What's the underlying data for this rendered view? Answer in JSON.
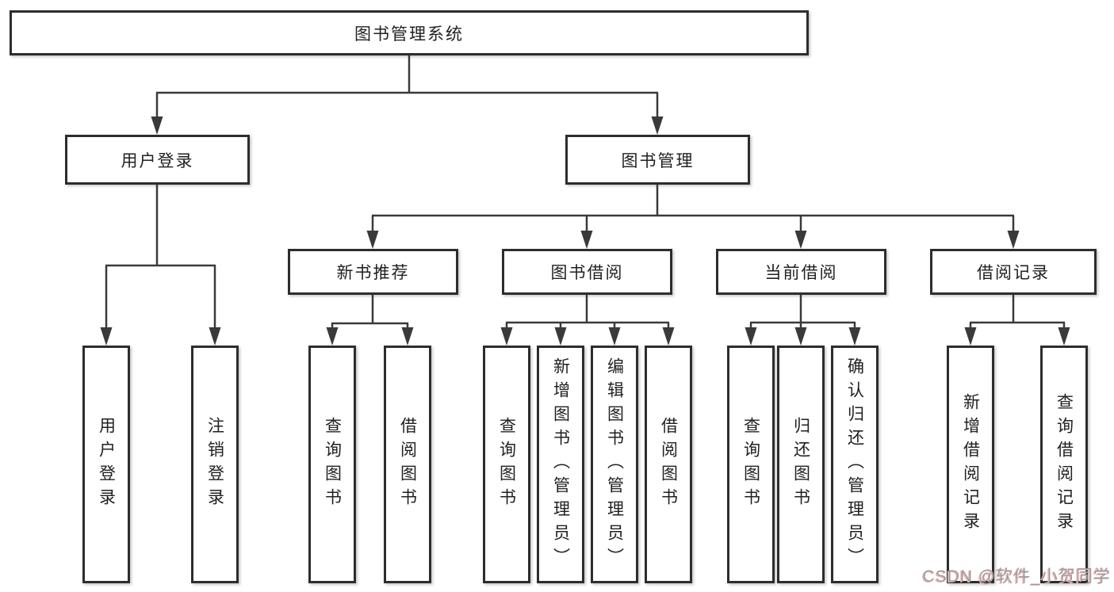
{
  "diagram_type": "functional-structure-tree",
  "watermark": "CSDN @软件_小贺同学",
  "colors": {
    "background": "#ffffff",
    "line": "#3a3a3a",
    "box_border": "#2d2d2d",
    "text": "#212121",
    "watermark_text": "#9c9c9c",
    "watermark_shadow": "#f0b6b6"
  },
  "nodes": {
    "root": {
      "label": "图书管理系统"
    },
    "user_login": {
      "label": "用户登录",
      "parent": "图书管理系统"
    },
    "book_management": {
      "label": "图书管理",
      "parent": "图书管理系统"
    },
    "level3": [
      {
        "label": "新书推荐",
        "parent": "图书管理"
      },
      {
        "label": "图书借阅",
        "parent": "图书管理"
      },
      {
        "label": "当前借阅",
        "parent": "图书管理"
      },
      {
        "label": "借阅记录",
        "parent": "图书管理"
      }
    ],
    "leaves": [
      {
        "label": "用户登录",
        "parent": "用户登录"
      },
      {
        "label": "注销登录",
        "parent": "用户登录"
      },
      {
        "label": "查询图书",
        "parent": "新书推荐"
      },
      {
        "label": "借阅图书",
        "parent": "新书推荐"
      },
      {
        "label": "查询图书",
        "parent": "图书借阅"
      },
      {
        "label": "新增图书（管理员）",
        "parent": "图书借阅"
      },
      {
        "label": "编辑图书（管理员）",
        "parent": "图书借阅"
      },
      {
        "label": "借阅图书",
        "parent": "图书借阅"
      },
      {
        "label": "查询图书",
        "parent": "当前借阅"
      },
      {
        "label": "归还图书",
        "parent": "当前借阅"
      },
      {
        "label": "确认归还（管理员）",
        "parent": "当前借阅"
      },
      {
        "label": "新增借阅记录",
        "parent": "借阅记录"
      },
      {
        "label": "查询借阅记录",
        "parent": "借阅记录"
      }
    ]
  }
}
